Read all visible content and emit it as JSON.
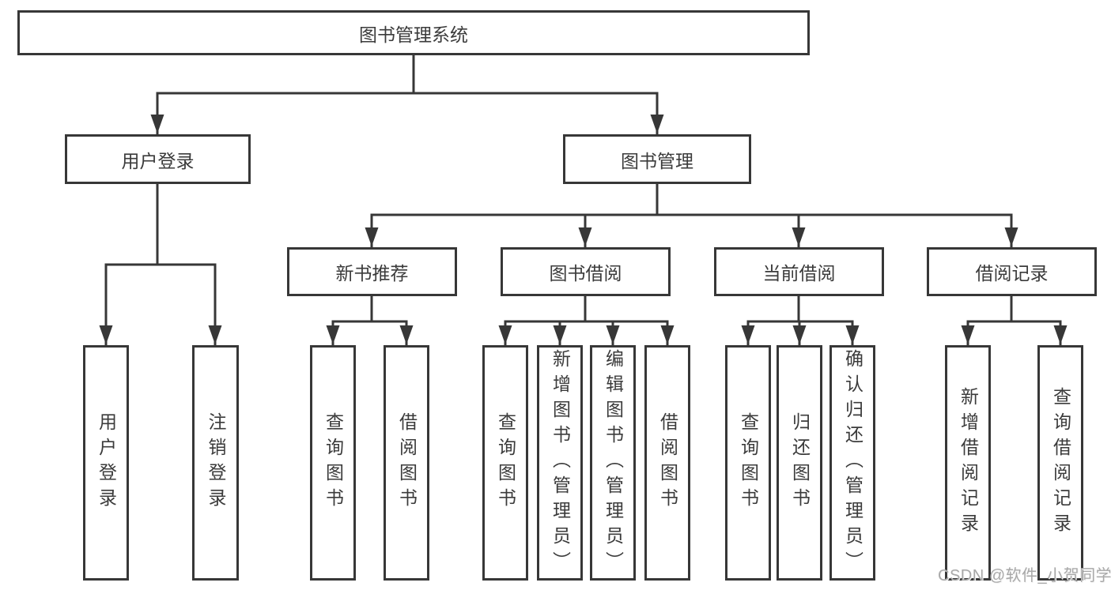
{
  "tree": {
    "label": "图书管理系统",
    "children": [
      {
        "label": "用户登录",
        "children": [
          {
            "label": "用户登录"
          },
          {
            "label": "注销登录"
          }
        ]
      },
      {
        "label": "图书管理",
        "children": [
          {
            "label": "新书推荐",
            "children": [
              {
                "label": "查询图书"
              },
              {
                "label": "借阅图书"
              }
            ]
          },
          {
            "label": "图书借阅",
            "children": [
              {
                "label": "查询图书"
              },
              {
                "label": "新增图书（管理员）"
              },
              {
                "label": "编辑图书（管理员）"
              },
              {
                "label": "借阅图书"
              }
            ]
          },
          {
            "label": "当前借阅",
            "children": [
              {
                "label": "查询图书"
              },
              {
                "label": "归还图书"
              },
              {
                "label": "确认归还（管理员）"
              }
            ]
          },
          {
            "label": "借阅记录",
            "children": [
              {
                "label": "新增借阅记录"
              },
              {
                "label": "查询借阅记录"
              }
            ]
          }
        ]
      }
    ]
  },
  "watermark": {
    "text": "CSDN @软件_小贺同学"
  },
  "colors": {
    "line": "#373737",
    "box_border": "#373737",
    "text": "#3b3b3b",
    "watermark": "#a8a8a8",
    "background": "#ffffff"
  }
}
